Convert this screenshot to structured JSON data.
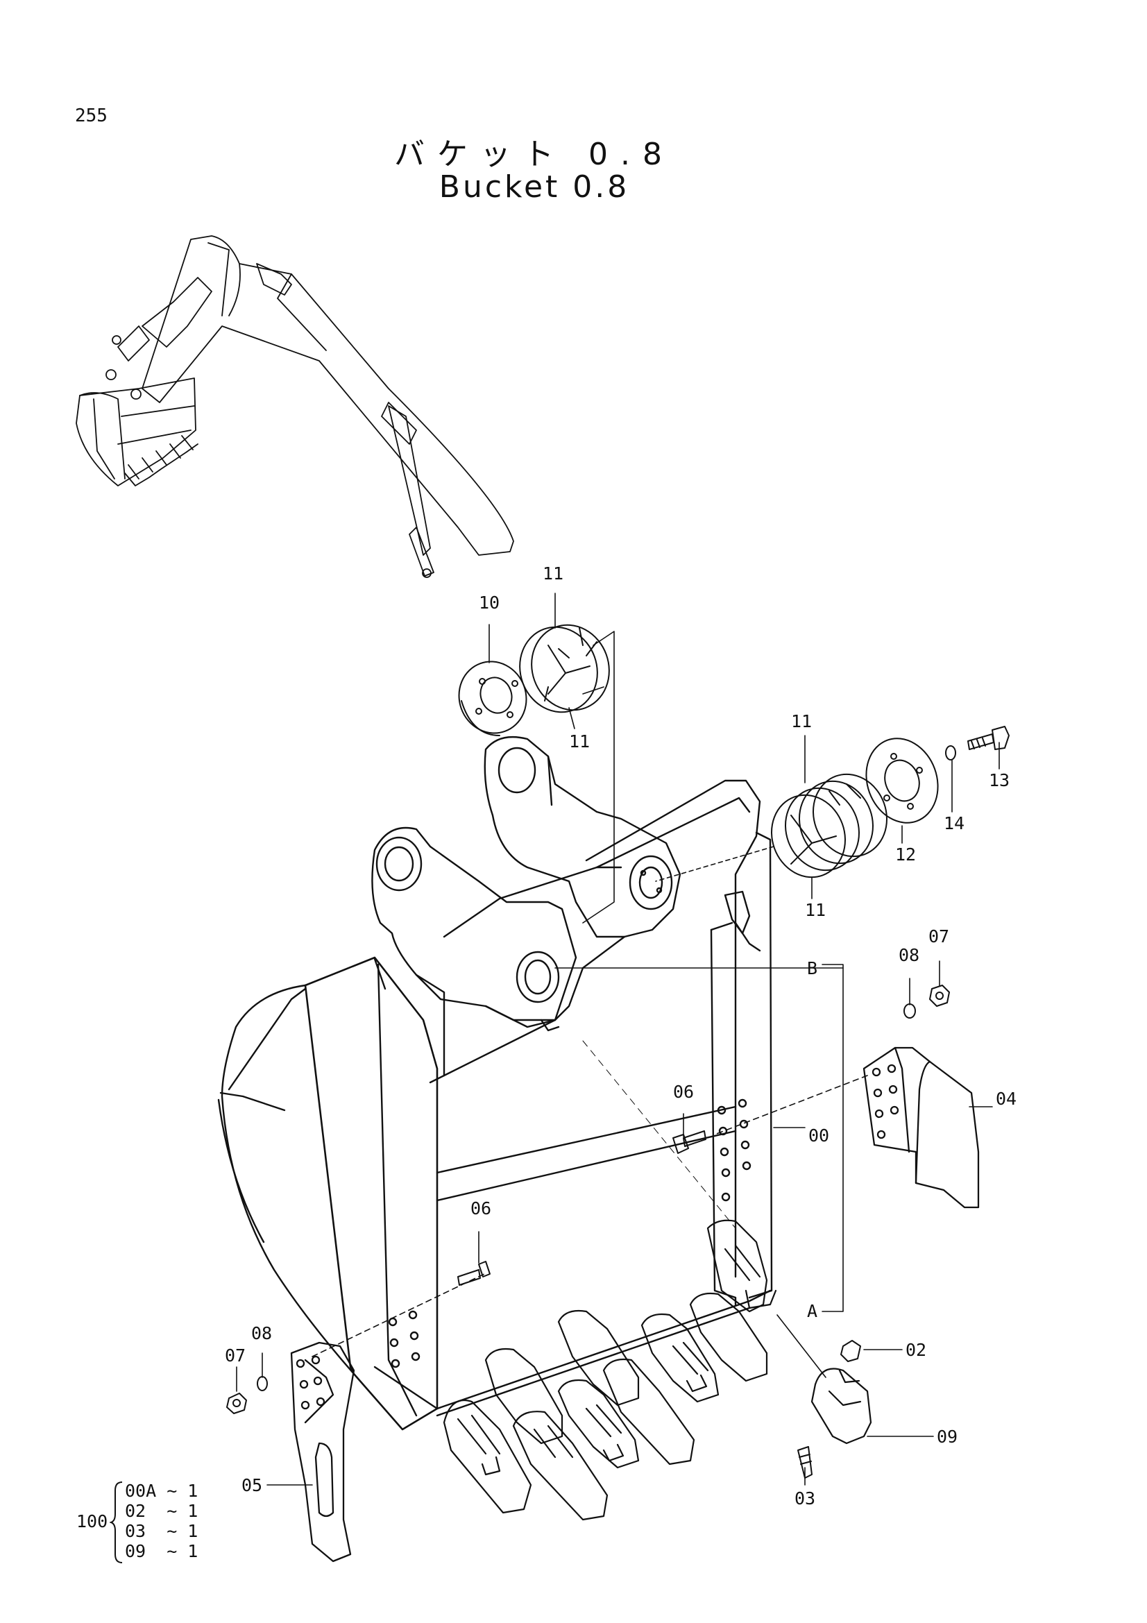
{
  "page": {
    "number": "255"
  },
  "title": {
    "japanese": "バケット 0.8",
    "english": "Bucket 0.8"
  },
  "callouts": {
    "c10": "10",
    "c11a": "11",
    "c11b": "11",
    "c11c": "11",
    "c11d": "11",
    "c12": "12",
    "c13": "13",
    "c14": "14",
    "c07a": "07",
    "c08a": "08",
    "c04": "04",
    "cB": "B",
    "c00": "00",
    "c06a": "06",
    "c06b": "06",
    "cA": "A",
    "c02": "02",
    "c09": "09",
    "c03": "03",
    "c07b": "07",
    "c08b": "08",
    "c05": "05"
  },
  "kit": {
    "total": "100",
    "items": [
      "00A ~ 1",
      "02  ~ 1",
      "03  ~ 1",
      "09  ~ 1"
    ]
  }
}
